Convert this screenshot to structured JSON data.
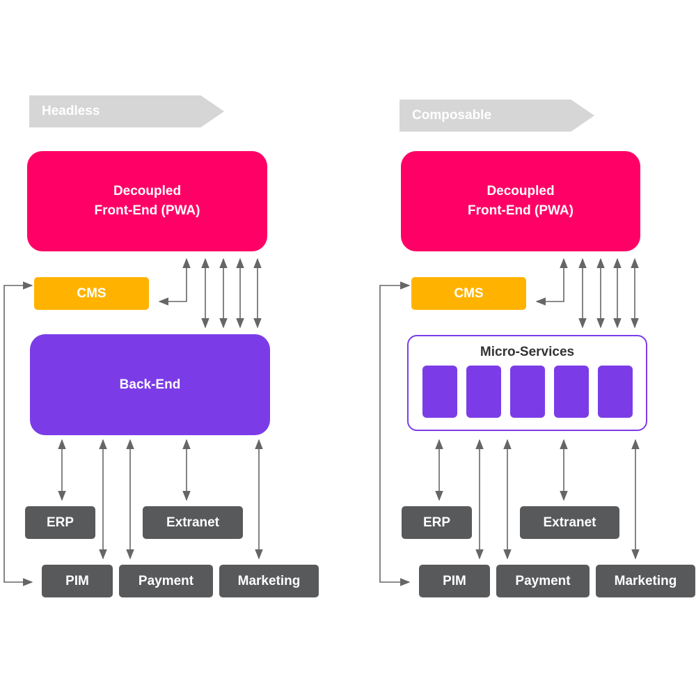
{
  "colors": {
    "tag": "#d6d6d6",
    "frontend": "#ff0066",
    "cms": "#ffb300",
    "backend": "#7b3ce8",
    "service": "#58595b",
    "wire": "#666666"
  },
  "headless": {
    "tag": "Headless",
    "frontend": "Decoupled\nFront-End (PWA)",
    "cms": "CMS",
    "backend": "Back-End",
    "services": {
      "erp": "ERP",
      "extranet": "Extranet",
      "pim": "PIM",
      "payment": "Payment",
      "marketing": "Marketing"
    }
  },
  "composable": {
    "tag": "Composable",
    "frontend": "Decoupled\nFront-End (PWA)",
    "cms": "CMS",
    "micro_services": "Micro-Services",
    "micro_service_count": 5,
    "services": {
      "erp": "ERP",
      "extranet": "Extranet",
      "pim": "PIM",
      "payment": "Payment",
      "marketing": "Marketing"
    }
  }
}
